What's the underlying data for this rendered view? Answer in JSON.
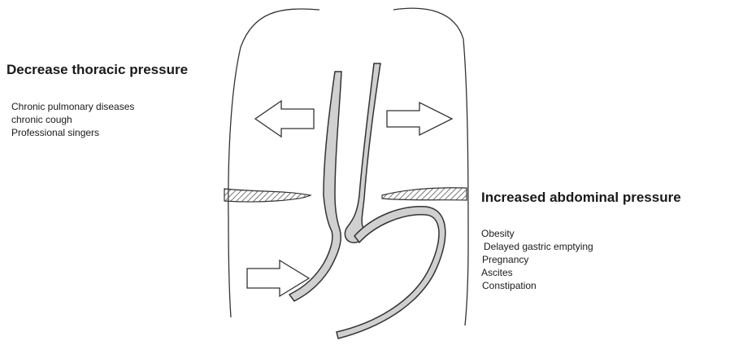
{
  "thoracic": {
    "heading": "Decrease thoracic pressure",
    "causes": [
      "Chronic pulmonary diseases",
      "chronic cough",
      "Professional singers"
    ]
  },
  "abdominal": {
    "heading": "Increased abdominal pressure",
    "causes": [
      "Obesity",
      "Delayed gastric emptying",
      "Pregnancy",
      "Ascites",
      "Constipation"
    ]
  },
  "colors": {
    "outline": "#333333",
    "wall_fill": "#d0d0d0",
    "diaphragm_hatch": "#555555"
  }
}
